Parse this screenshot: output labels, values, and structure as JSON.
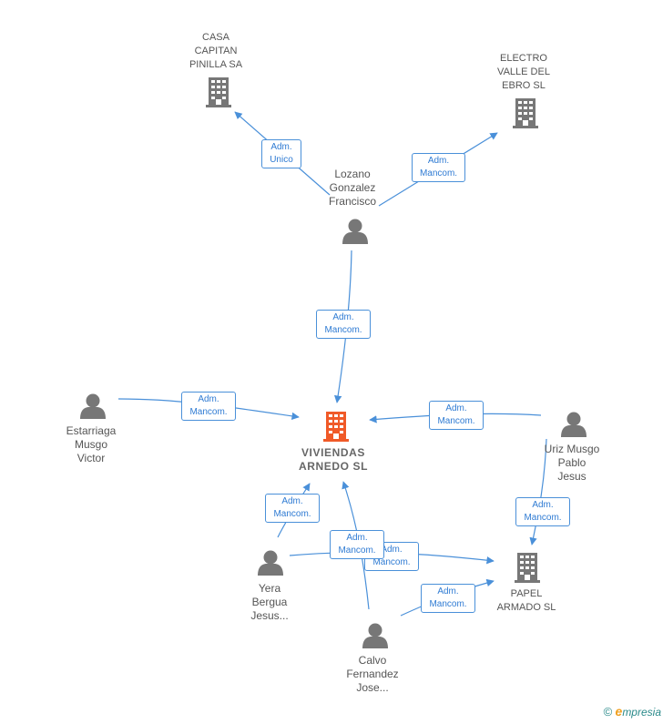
{
  "colors": {
    "edge": "#4a90d9",
    "person_icon": "#777777",
    "company_icon": "#777777",
    "main_company_icon": "#f05a28"
  },
  "nodes": {
    "casa_capitan": {
      "label": "CASA\nCAPITAN\nPINILLA SA",
      "icon": "building-icon"
    },
    "electro_valle": {
      "label": "ELECTRO\nVALLE DEL\nEBRO SL",
      "icon": "building-icon"
    },
    "lozano": {
      "label": "Lozano\nGonzalez\nFrancisco",
      "icon": "person-icon"
    },
    "viviendas": {
      "label": "VIVIENDAS\nARNEDO  SL",
      "icon": "building-icon"
    },
    "estarriaga": {
      "label": "Estarriaga\nMusgo\nVictor",
      "icon": "person-icon"
    },
    "uriz": {
      "label": "Uriz Musgo\nPablo\nJesus",
      "icon": "person-icon"
    },
    "papel": {
      "label": "PAPEL\nARMADO  SL",
      "icon": "building-icon"
    },
    "yera": {
      "label": "Yera\nBergua\nJesus...",
      "icon": "person-icon"
    },
    "calvo": {
      "label": "Calvo\nFernandez\nJose...",
      "icon": "person-icon"
    }
  },
  "edges": {
    "lozano_casa": "Adm.\nUnico",
    "lozano_electro": "Adm.\nMancom.",
    "lozano_viviendas": "Adm.\nMancom.",
    "estarriaga_viviendas": "Adm.\nMancom.",
    "uriz_viviendas": "Adm.\nMancom.",
    "uriz_papel": "Adm.\nMancom.",
    "yera_viviendas": "Adm.\nMancom.",
    "yera_papel_front": "Adm.\nMancom.",
    "yera_papel_back": "Adm.\nMancom.",
    "calvo_papel": "Adm.\nMancom."
  },
  "footer": {
    "copyright": "©",
    "brand_initial": "e",
    "brand_rest": "mpresia"
  }
}
